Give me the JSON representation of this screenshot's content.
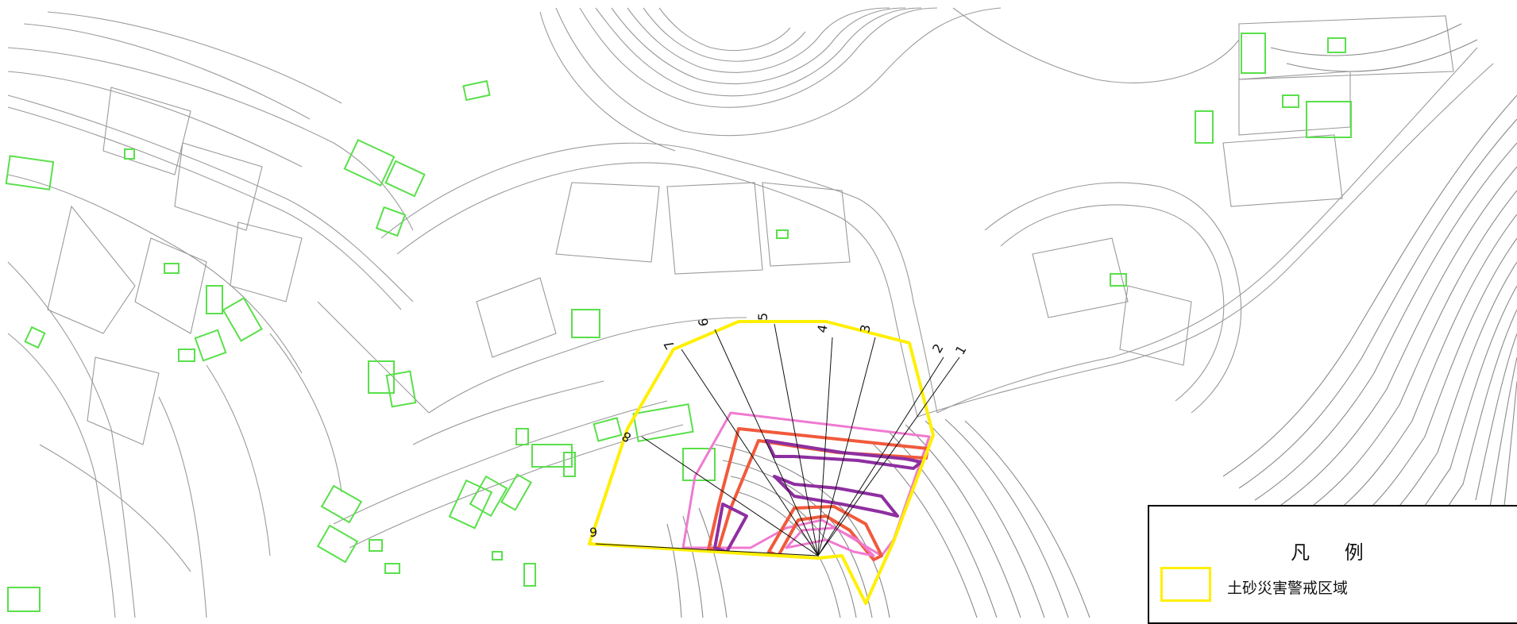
{
  "legend": {
    "title": "凡 例",
    "items": [
      {
        "label": "土砂災害警戒区域",
        "color": "#ffef00"
      }
    ]
  },
  "section_lines": [
    "1",
    "2",
    "3",
    "4",
    "5",
    "6",
    "7",
    "8",
    "9"
  ],
  "colors": {
    "contour": "#9a9a9a",
    "building": "#59e04a",
    "warning_zone": "#ffef00",
    "red_zone": "#f05a3c",
    "purple_zone": "#8e2fa0",
    "pink_zone": "#f07ad0"
  }
}
